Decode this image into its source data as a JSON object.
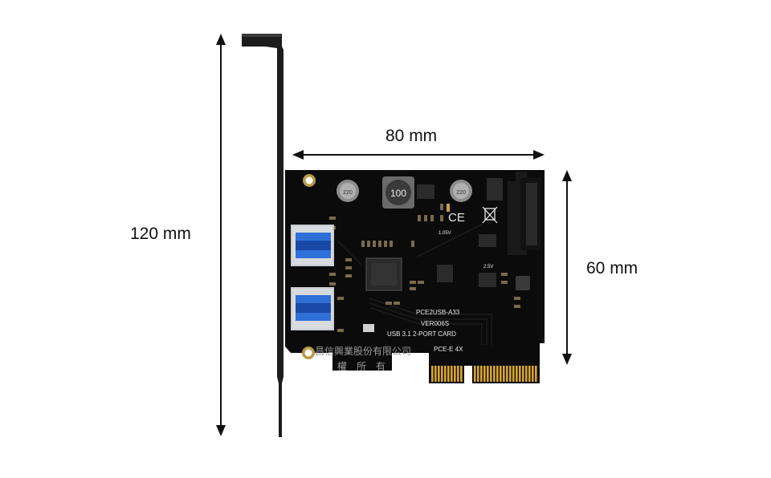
{
  "dimensions": {
    "height": "120 mm",
    "width": "80 mm",
    "side": "60 mm"
  },
  "board": {
    "model": "PCE2USB-A33",
    "version": "VER006S",
    "description": "USB 3.1 2-PORT CARD",
    "slot": "PCE-E 4X",
    "inductor": "100",
    "cap1": "220",
    "cap2": "220",
    "ce_mark": "CE",
    "v1": "1.05V",
    "v2": "2.5V"
  },
  "watermark": {
    "line1": "昌信興業股份有限公司",
    "line2": "權　所　有"
  },
  "colors": {
    "pcb": "#0b0b0b",
    "bracket": "#1c1c1c",
    "gold": "#d8a631",
    "usb_metal": "#c9ccd0",
    "usb_blue": "#2f6fd8"
  }
}
